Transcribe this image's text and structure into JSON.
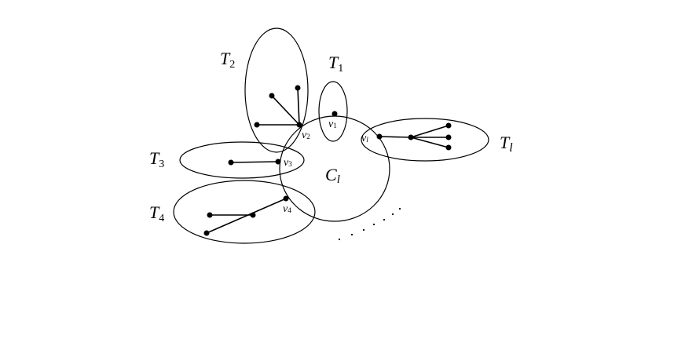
{
  "labels": {
    "t1_main": "T",
    "t1_sub": "1",
    "t2_main": "T",
    "t2_sub": "2",
    "t3_main": "T",
    "t3_sub": "3",
    "t4_main": "T",
    "t4_sub": "4",
    "tl_main": "T",
    "tl_sub": "l",
    "cl_main": "C",
    "cl_sub": "l",
    "v1_main": "v",
    "v1_sub": "1",
    "v2_main": "v",
    "v2_sub": "2",
    "v3_main": "v",
    "v3_sub": "3",
    "v4_main": "v",
    "v4_sub": "4",
    "vl_main": "v",
    "vl_sub": "l"
  },
  "continuation": "…"
}
